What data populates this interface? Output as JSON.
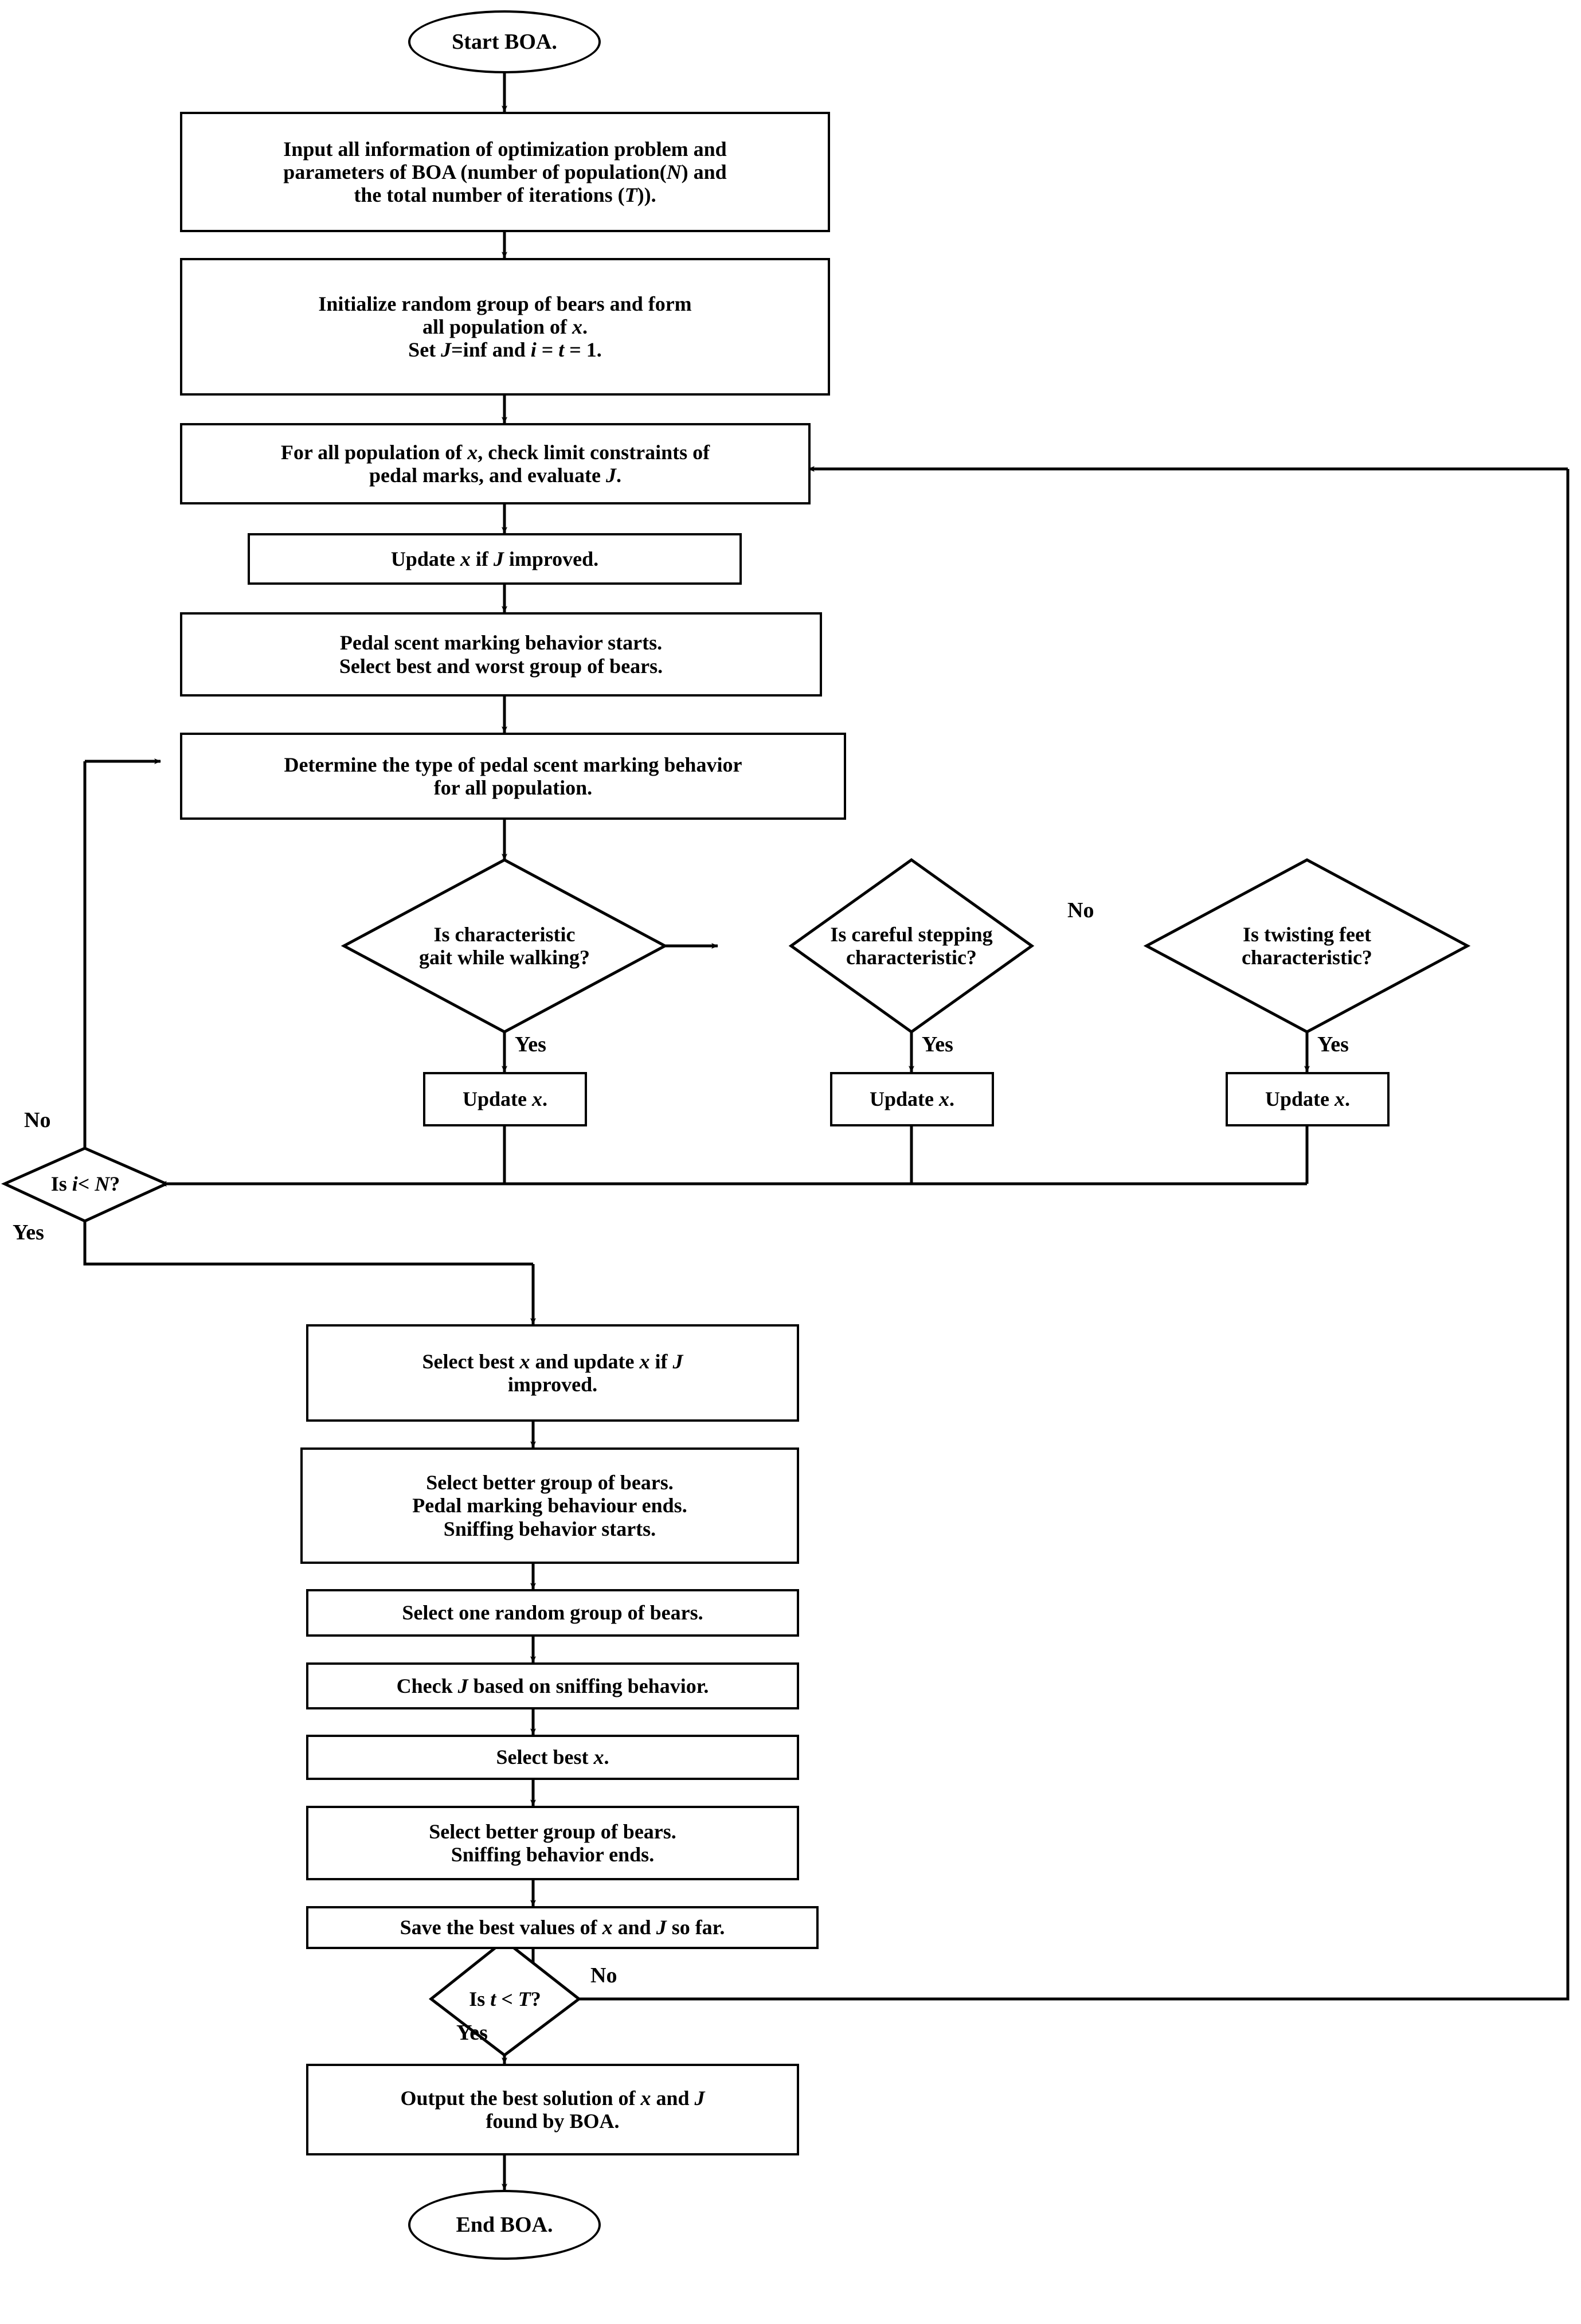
{
  "diagram": {
    "title": "Bear Optimization Algorithm (BOA) flowchart",
    "colors": {
      "stroke": "#000000",
      "fill": "#ffffff",
      "text": "#000000"
    }
  },
  "nodes": {
    "start": {
      "label": "Start BOA.",
      "shape": "terminator"
    },
    "input": {
      "label": "Input all information of optimization problem and parameters of  BOA (number of population(N) and the total number of iterations (T)).",
      "shape": "process"
    },
    "initialize": {
      "label": "Initialize random group of bears and form all population of x. Set J=inf and i = t = 1.",
      "shape": "process"
    },
    "check_limits": {
      "label": "For all population of x, check limit constraints of pedal marks, and evaluate J.",
      "shape": "process"
    },
    "update_if_improved": {
      "label": "Update x if J improved.",
      "shape": "process"
    },
    "pedal_start": {
      "label": "Pedal scent marking behavior starts. Select best and worst group of bears.",
      "shape": "process"
    },
    "determine_type": {
      "label": "Determine the type of pedal scent marking behavior for all population.",
      "shape": "process"
    },
    "d_gait": {
      "label": "Is characteristic gait while walking?",
      "shape": "decision"
    },
    "d_stepping": {
      "label": "Is careful stepping characteristic?",
      "shape": "decision"
    },
    "d_twisting": {
      "label": "Is twisting feet characteristic?",
      "shape": "decision"
    },
    "update1": {
      "label": "Update x.",
      "shape": "process"
    },
    "update2": {
      "label": "Update x.",
      "shape": "process"
    },
    "update3": {
      "label": "Update x.",
      "shape": "process"
    },
    "d_i_lt_n": {
      "label": "Is i< N?",
      "shape": "decision"
    },
    "select_best_update": {
      "label": "Select best x and update x if J improved.",
      "shape": "process"
    },
    "select_better_sniff_start": {
      "label": "Select better group of bears. Pedal marking behaviour ends. Sniffing behavior starts.",
      "shape": "process"
    },
    "select_random_group": {
      "label": "Select one random group of bears.",
      "shape": "process"
    },
    "check_j_sniffing": {
      "label": "Check J based on sniffing behavior.",
      "shape": "process"
    },
    "select_best_x": {
      "label": "Select best x.",
      "shape": "process"
    },
    "select_better_sniff_end": {
      "label": "Select better group of bears. Sniffing behavior ends.",
      "shape": "process"
    },
    "save_best": {
      "label": "Save the best values of  x and J so far.",
      "shape": "process"
    },
    "d_t_lt_T": {
      "label": "Is t < T?",
      "shape": "decision"
    },
    "output": {
      "label": "Output the best  solution of x and J found by BOA.",
      "shape": "process"
    },
    "end": {
      "label": "End BOA.",
      "shape": "terminator"
    }
  },
  "edge_labels": {
    "no_stepping_to_twisting": "No",
    "yes_gait": "Yes",
    "yes_stepping": "Yes",
    "yes_twisting": "Yes",
    "no_i_lt_n": "No",
    "yes_i_lt_n": "Yes",
    "no_t_lt_T": "No",
    "yes_t_lt_T": "Yes"
  },
  "text_lines": {
    "input": [
      "Input all information of optimization problem and",
      "parameters of  BOA (number of population(N) and",
      "the total number of iterations (T))."
    ],
    "initialize": [
      "Initialize random group of bears and form",
      "all population of x.",
      "Set J=inf and i = t = 1."
    ],
    "check_limits": [
      "For all population of x, check limit constraints of",
      "pedal marks, and evaluate J."
    ],
    "pedal_start": [
      "Pedal scent marking behavior starts.",
      "Select best and worst group of bears."
    ],
    "determine_type": [
      "Determine the type of pedal scent marking behavior",
      "for all population."
    ],
    "d_gait": [
      "Is characteristic",
      "gait while walking?"
    ],
    "d_stepping": [
      "Is careful stepping",
      "characteristic?"
    ],
    "d_twisting": [
      "Is twisting feet",
      "characteristic?"
    ],
    "select_best_update": [
      "Select best x and update x if J",
      "improved."
    ],
    "select_better_sniff_start": [
      "Select better group of bears.",
      "Pedal marking behaviour ends.",
      "Sniffing behavior starts."
    ],
    "select_better_sniff_end": [
      "Select better group of bears.",
      "Sniffing behavior ends."
    ],
    "output": [
      "Output the best  solution of x and J",
      "found by BOA."
    ]
  }
}
